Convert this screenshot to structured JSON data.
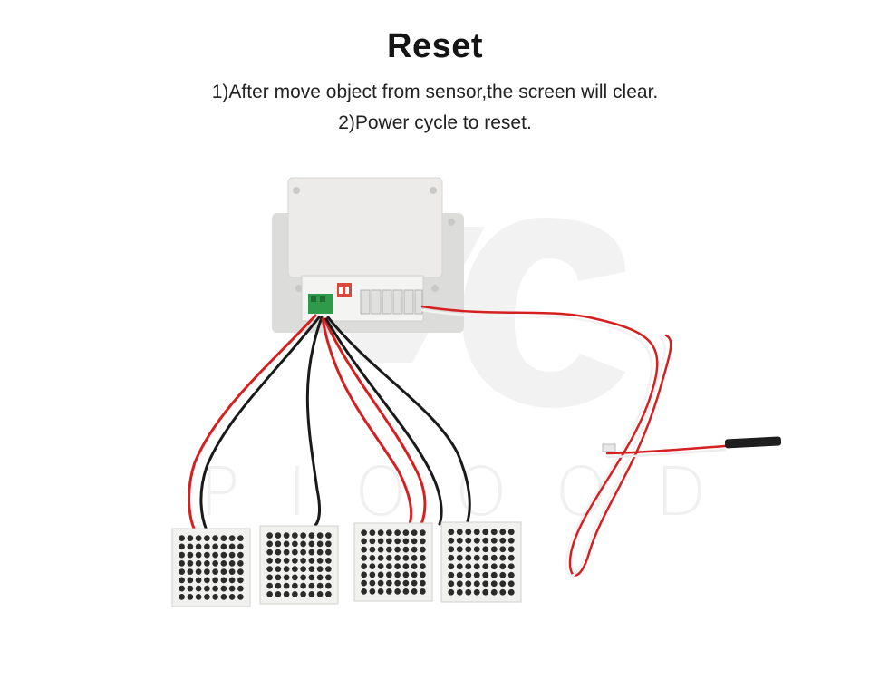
{
  "heading": {
    "title": "Reset",
    "line1": "1)After move object from sensor,the screen will clear.",
    "line2": "2)Power cycle to reset."
  },
  "watermark": {
    "logo": "YC",
    "letters": [
      "P",
      "I",
      "O",
      "O",
      "O",
      "D"
    ]
  },
  "photo": {
    "led_matrix_count": 4,
    "led_grid": 8,
    "colors": {
      "enclosure": "#e9e9e7",
      "wire_red": "#d62020",
      "wire_black": "#1a1a1a",
      "terminal_green": "#2f9a4a",
      "led_dot": "#2b2b2b"
    }
  }
}
